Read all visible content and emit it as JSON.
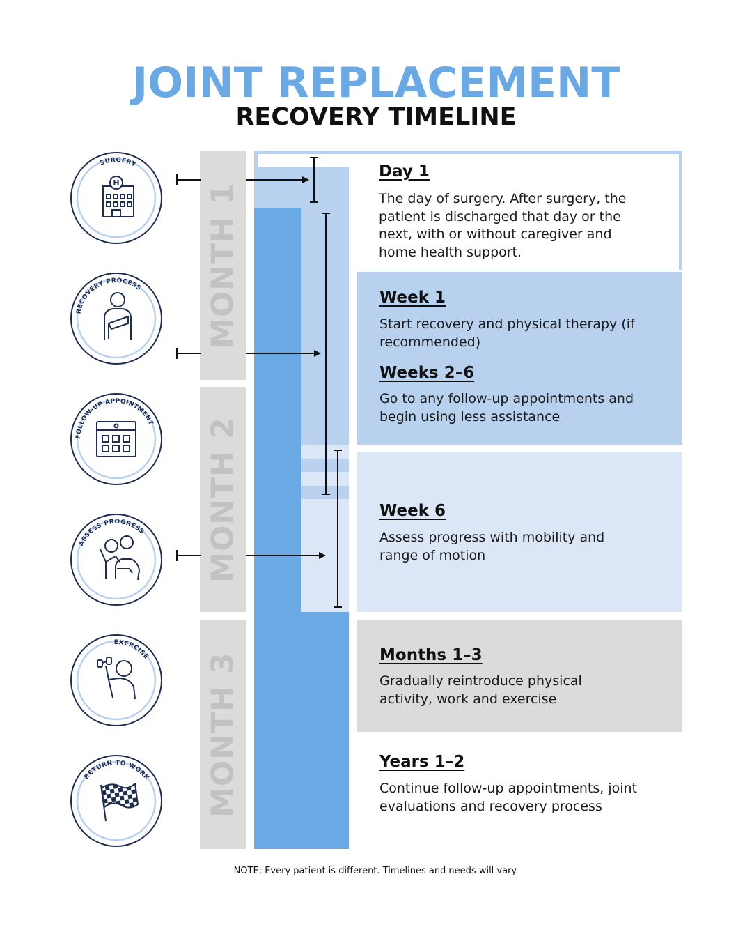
{
  "header": {
    "title": "JOINT REPLACEMENT",
    "subtitle": "RECOVERY TIMELINE"
  },
  "months": [
    "MONTH 1",
    "MONTH 2",
    "MONTH 3"
  ],
  "icons": [
    {
      "label": "SURGERY",
      "icon": "hospital-icon"
    },
    {
      "label": "RECOVERY PROCESS",
      "icon": "person-arm-sling-icon"
    },
    {
      "label": "FOLLOW-UP APPOINTMENT",
      "icon": "calendar-icon"
    },
    {
      "label": "ASSESS PROGRESS",
      "icon": "therapist-patient-icon"
    },
    {
      "label": "EXERCISE",
      "icon": "dumbbell-lift-icon"
    },
    {
      "label": "RETURN TO WORK",
      "icon": "checkered-flag-icon"
    }
  ],
  "stages": [
    {
      "heading": "Day 1",
      "description": "The day of surgery. After surgery, the patient is discharged that day or the next, with or without caregiver and home health support."
    },
    {
      "heading": "Week 1",
      "description": "Start recovery and physical therapy (if recommended)"
    },
    {
      "heading": "Weeks 2–6",
      "description": "Go to any follow-up appointments and begin using less assistance"
    },
    {
      "heading": "Week 6",
      "description": "Assess progress with mobility and range of motion"
    },
    {
      "heading": "Months 1–3",
      "description": "Gradually reintroduce physical activity, work and exercise"
    },
    {
      "heading": "Years 1–2",
      "description": "Continue follow-up appointments, joint evaluations and recovery process"
    }
  ],
  "colors": {
    "title_blue": "#6aa9e3",
    "bar_blue": "#6aa9e3",
    "light_blue": "#b7d1ef",
    "pale_blue": "#dbe7f7",
    "gray": "#dbdbdb",
    "navy": "#1e2c4f"
  },
  "note": "NOTE: Every patient is different. Timelines and needs will vary."
}
